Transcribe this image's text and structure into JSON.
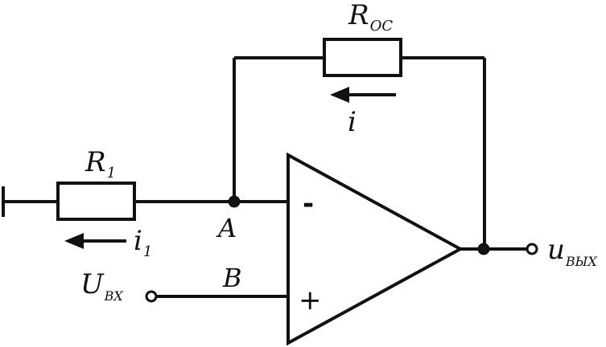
{
  "labels": {
    "r_feedback": {
      "main": "R",
      "sub": "OC"
    },
    "r1": {
      "main": "R",
      "sub": "1"
    },
    "i_feedback": {
      "main": "i"
    },
    "i1": {
      "main": "i",
      "sub": "1"
    },
    "node_a": "A",
    "node_b": "B",
    "u_in": {
      "main": "U",
      "sub": "BX"
    },
    "u_out": {
      "main": "u",
      "sub": "BЫX"
    },
    "minus": "-",
    "plus": "+"
  }
}
